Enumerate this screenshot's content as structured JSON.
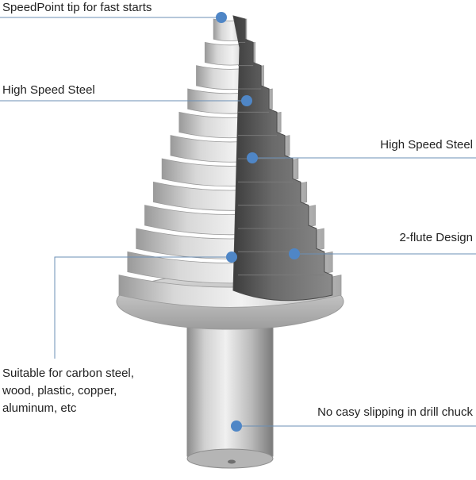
{
  "colors": {
    "leader_line": "#6b8fb5",
    "marker": "#4f86c6",
    "text": "#222222",
    "steel_light": "#e4e4e4",
    "steel_dark": "#5e5e5e"
  },
  "callouts": {
    "tip": "SpeedPoint tip for fast starts",
    "hss_left": "High Speed Steel",
    "hss_right": "High Speed Steel",
    "flute": "2-flute Design",
    "suitable": "Suitable for carbon steel,\nwood, plastic, copper,\naluminum, etc",
    "chuck": "No casy slipping in drill chuck"
  },
  "product": {
    "name": "step drill bit",
    "step_count": 12
  }
}
